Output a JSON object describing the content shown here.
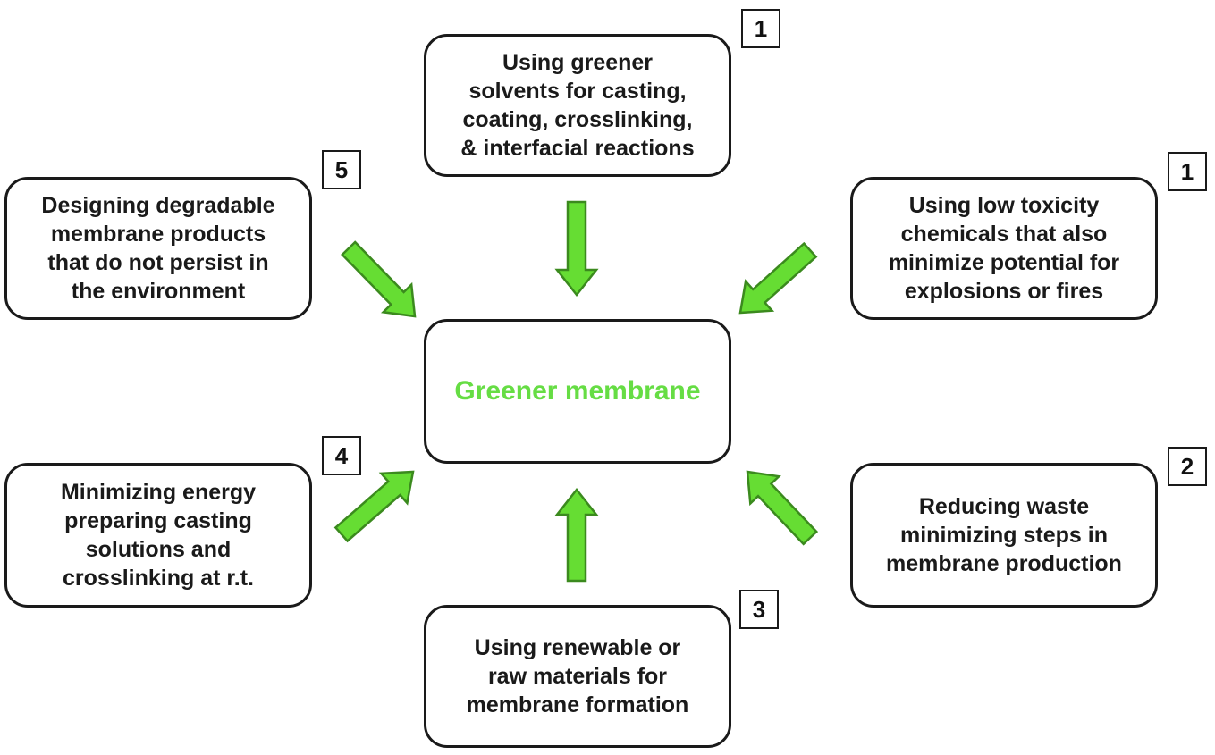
{
  "colors": {
    "arrow_fill": "#66dd33",
    "arrow_stroke": "#3b8a1e",
    "center_text": "#66dd44",
    "box_border": "#1a1a1a"
  },
  "center": {
    "label": "Greener membrane"
  },
  "boxes": {
    "top": {
      "text": "Using greener\nsolvents for casting,\ncoating, crosslinking,\n& interfacial reactions",
      "badge": "1"
    },
    "top_right": {
      "text": "Using low toxicity\nchemicals that also\nminimize potential for\nexplosions or fires",
      "badge": "1"
    },
    "bottom_right": {
      "text": "Reducing waste\nminimizing steps in\nmembrane production",
      "badge": "2"
    },
    "bottom": {
      "text": "Using renewable or\nraw materials for\nmembrane formation",
      "badge": "3"
    },
    "bottom_left": {
      "text": "Minimizing energy\npreparing casting\nsolutions and\ncrosslinking at r.t.",
      "badge": "4"
    },
    "top_left": {
      "text": "Designing degradable\nmembrane products\nthat do not persist in\nthe environment",
      "badge": "5"
    }
  }
}
